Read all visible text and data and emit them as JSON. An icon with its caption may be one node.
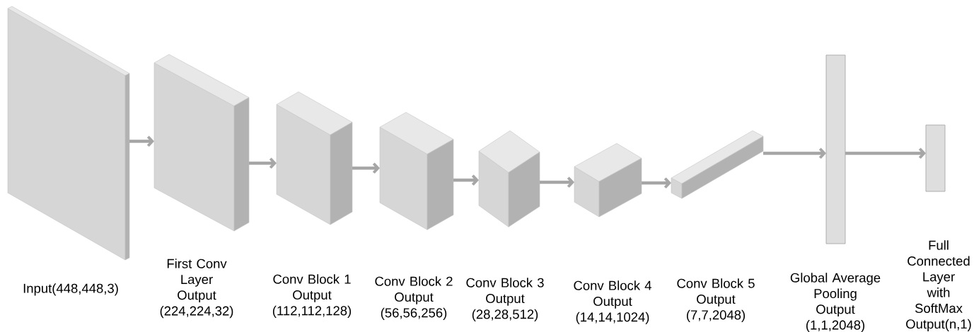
{
  "diagram": {
    "nodes": [
      {
        "text": [],
        "shape": "cube",
        "beside": [
          "Input(448,448,3)"
        ]
      },
      {
        "text": [],
        "shape": "cube",
        "beside": [
          "First Conv Layer Output (224,224,32)"
        ]
      },
      {
        "text": [],
        "shape": "cube",
        "beside": [
          "Conv Block 1 Output (112,112,128)"
        ]
      },
      {
        "text": [],
        "shape": "cube",
        "beside": [
          "Conv Block 2 Output (56,56,256)"
        ]
      },
      {
        "text": [],
        "shape": "cube",
        "beside": [
          "Conv Block 3 Output (28,28,512)"
        ]
      },
      {
        "text": [],
        "shape": "cube"
      },
      {
        "text": [],
        "shape": "cube"
      },
      {
        "text": [],
        "shape": "bar",
        "beside": [
          "Global Average Pooling Output (1,1,2048)"
        ]
      },
      {
        "text": [],
        "shape": "bar",
        "beside": [
          "Full Connected Layer with SoftMax Output(n,1)"
        ]
      }
    ],
    "edges": [
      {
        "from": 0,
        "to": 1,
        "arrow": "to"
      },
      {
        "from": 1,
        "to": 2,
        "arrow": "to"
      },
      {
        "from": 2,
        "to": 3,
        "arrow": "to"
      },
      {
        "from": 3,
        "to": 4,
        "arrow": "to"
      },
      {
        "from": 4,
        "to": 5,
        "arrow": "to"
      },
      {
        "from": 5,
        "to": 6,
        "arrow": "to"
      },
      {
        "from": 6,
        "to": 7,
        "arrow": "to"
      },
      {
        "from": 7,
        "to": 8,
        "arrow": "to"
      }
    ],
    "labels": [
      "Conv Block 4 Output (14,14,1024)",
      "Conv Block 5 Output (7,7,2048)"
    ]
  }
}
